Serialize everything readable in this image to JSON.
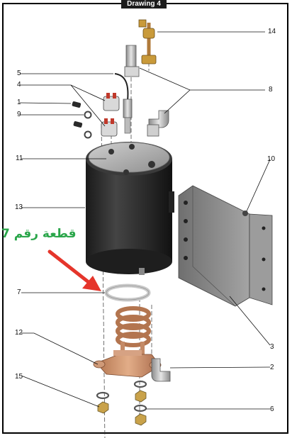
{
  "title": "Drawing 4",
  "annotation": "قطعة رقم 7",
  "colors": {
    "annotation_text": "#2aa64a",
    "arrow": "#e5352b",
    "heater_copper": "#c98d68",
    "tank": "#2f2f2f",
    "bracket": "#8a8a8a"
  },
  "callouts": [
    {
      "id": "c1",
      "label": "1"
    },
    {
      "id": "c2",
      "label": "2"
    },
    {
      "id": "c3",
      "label": "3"
    },
    {
      "id": "c4",
      "label": "4"
    },
    {
      "id": "c5",
      "label": "5"
    },
    {
      "id": "c6",
      "label": "6"
    },
    {
      "id": "c7",
      "label": "7"
    },
    {
      "id": "c8",
      "label": "8"
    },
    {
      "id": "c9",
      "label": "9"
    },
    {
      "id": "c10",
      "label": "10"
    },
    {
      "id": "c11",
      "label": "11"
    },
    {
      "id": "c12",
      "label": "12"
    },
    {
      "id": "c13",
      "label": "13"
    },
    {
      "id": "c14",
      "label": "14"
    },
    {
      "id": "c15",
      "label": "15"
    }
  ]
}
